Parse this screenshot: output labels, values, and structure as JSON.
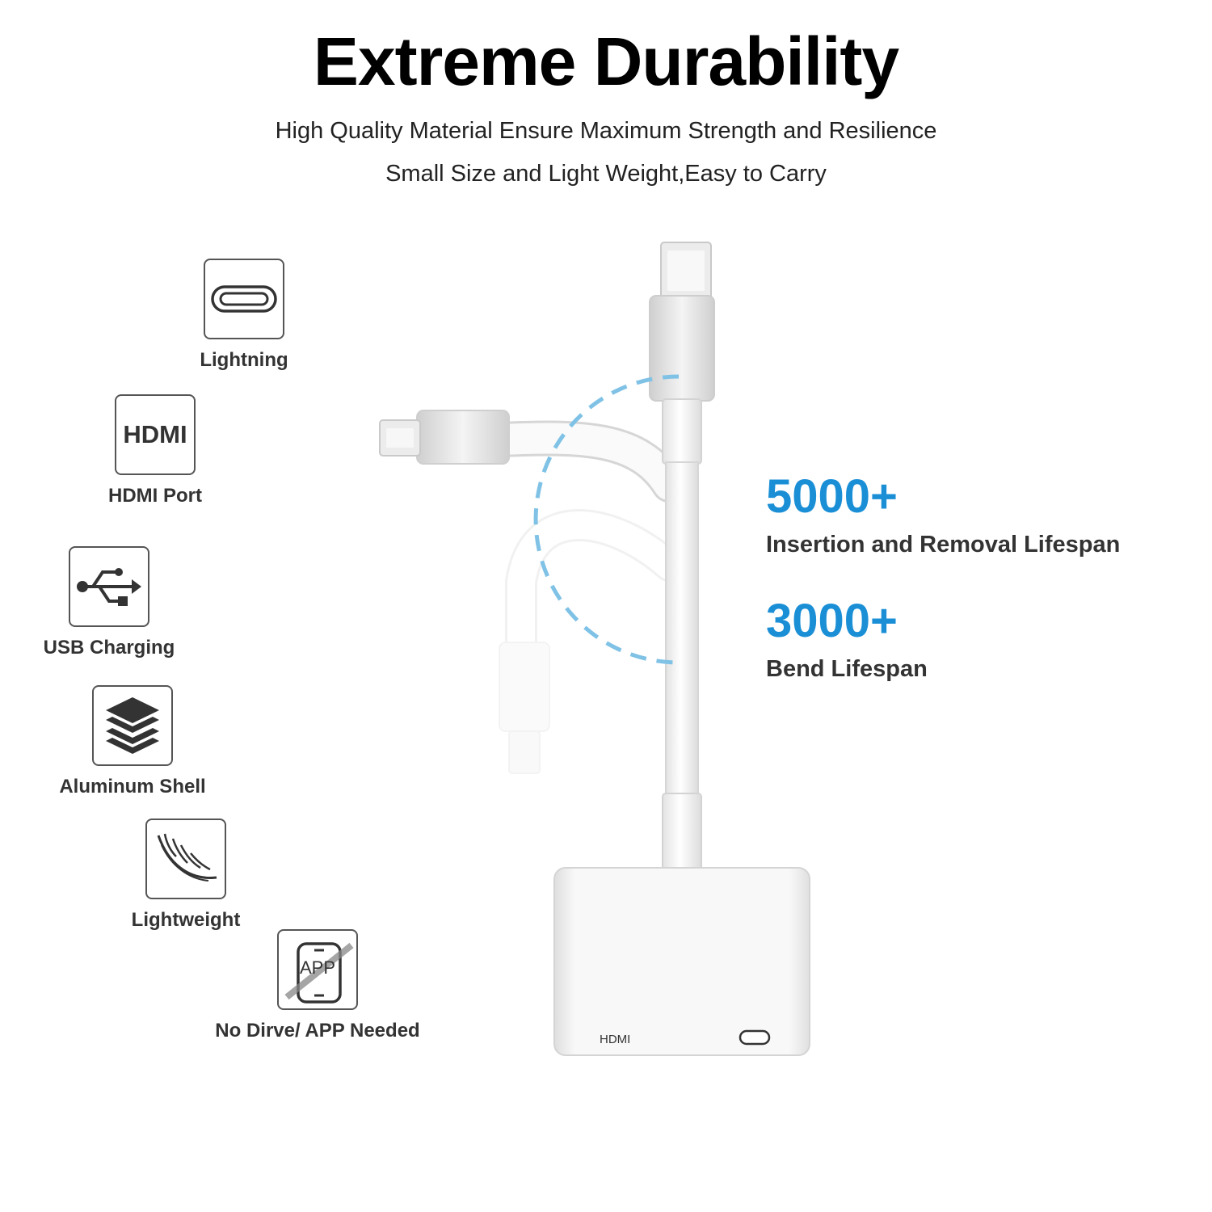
{
  "header": {
    "title": "Extreme Durability",
    "subtitle_line1": "High Quality Material Ensure Maximum Strength and Resilience",
    "subtitle_line2": "Small Size and Light Weight,Easy to Carry"
  },
  "features": [
    {
      "icon": "lightning-port-icon",
      "label": "Lightning"
    },
    {
      "icon": "hdmi-icon",
      "icon_text": "HDMI",
      "label": "HDMI Port"
    },
    {
      "icon": "usb-icon",
      "label": "USB Charging"
    },
    {
      "icon": "layers-icon",
      "label": "Aluminum Shell"
    },
    {
      "icon": "feather-icon",
      "label": "Lightweight"
    },
    {
      "icon": "no-app-icon",
      "icon_text": "APP",
      "label": "No Dirve/ APP Needed"
    }
  ],
  "stats": [
    {
      "value": "5000+",
      "label": "Insertion and Removal Lifespan"
    },
    {
      "value": "3000+",
      "label": "Bend Lifespan"
    }
  ],
  "product": {
    "port_label": "HDMI"
  },
  "colors": {
    "accent": "#1b8fd6",
    "dashed_arc": "#7fc2e6",
    "text_dark": "#333333"
  }
}
